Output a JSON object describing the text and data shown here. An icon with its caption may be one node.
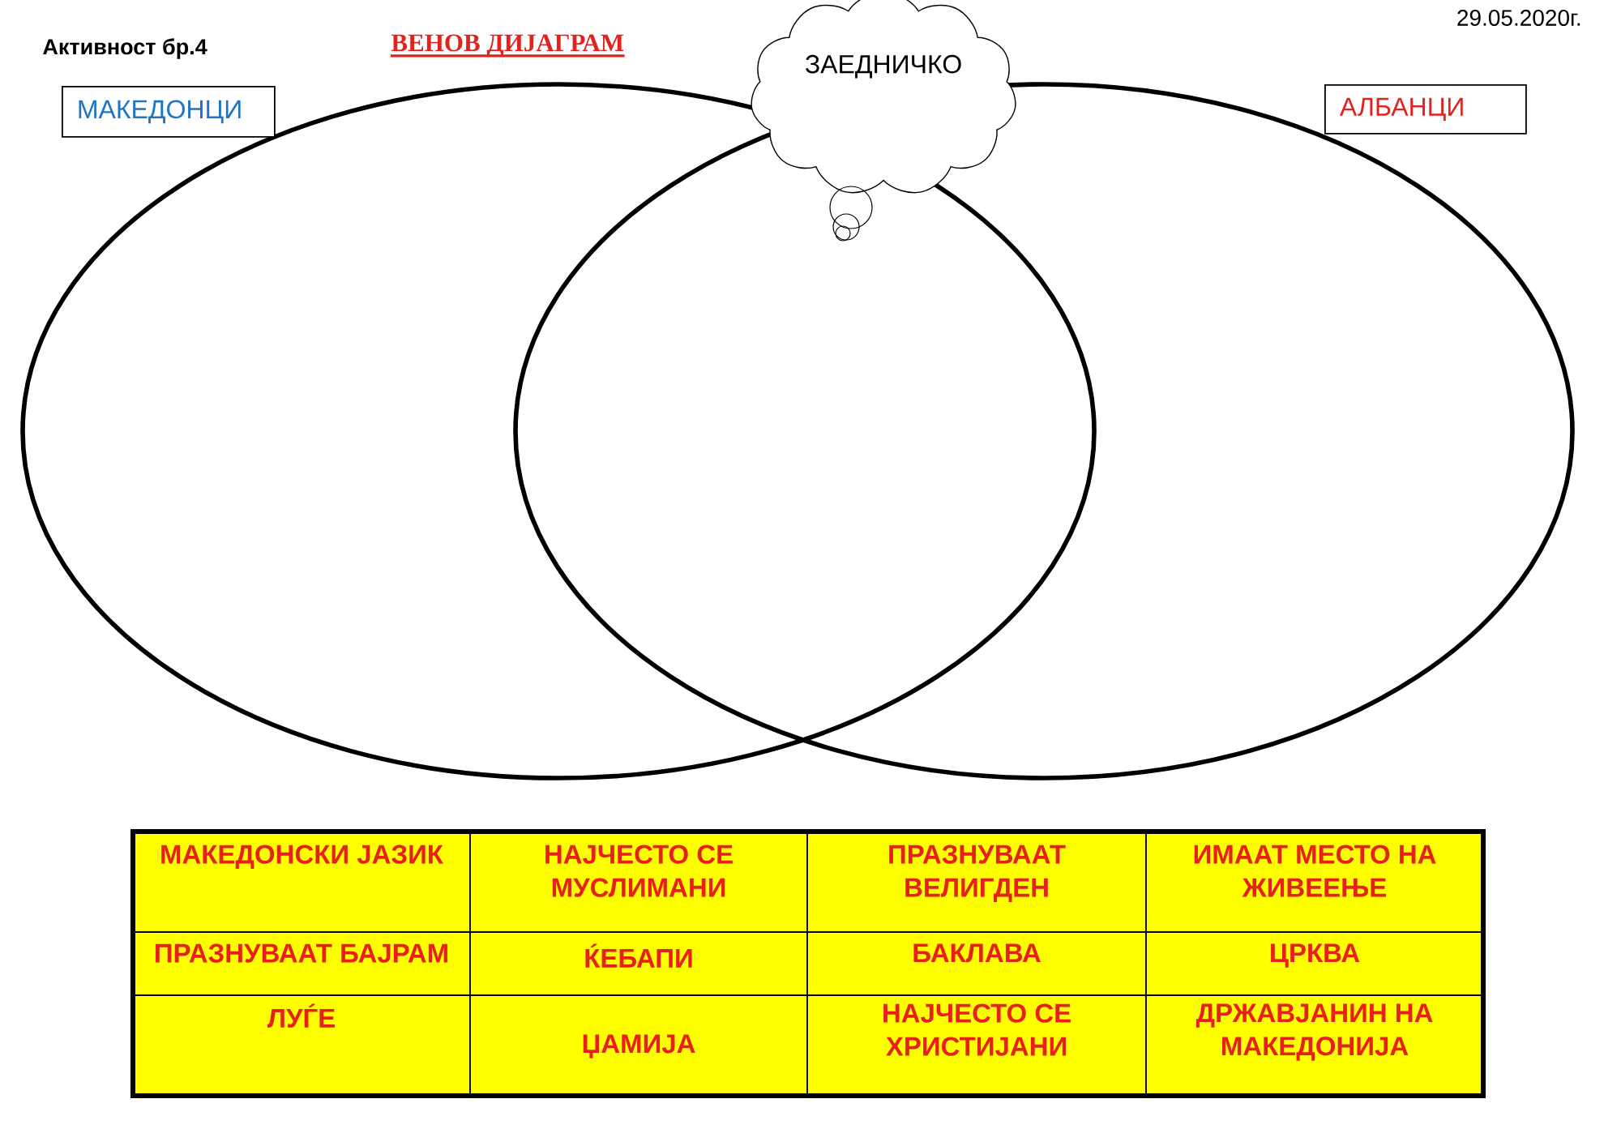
{
  "diagram": {
    "title": "ВЕНОВ ДИЈАГРАМ",
    "nodes": [
      {
        "text": [
          "МАКЕДОНЦИ"
        ]
      },
      {
        "text": [
          "ЗАЕДНИЧКО"
        ]
      },
      {
        "text": [
          "АЛБАНЦИ"
        ]
      },
      {
        "text": [],
        "shape": "ellipse"
      },
      {
        "text": [],
        "shape": "ellipse"
      }
    ],
    "labels": [
      "Активност бр.4",
      "29.05.2020г.",
      "МАКЕДОНСКИ ЈАЗИК",
      "НАЈЧЕСТО СЕ МУСЛИМАНИ",
      "ПРАЗНУВААТ ВЕЛИГДЕН",
      "ИМААТ МЕСТО НА ЖИВЕЕЊЕ",
      "ПРАЗНУВААТ БАЈРАМ",
      "ЌЕБАПИ",
      "БАКЛАВА",
      "ЦРКВА",
      "ЛУЃЕ",
      "ЏАМИЈА",
      "НАЈЧЕСТО СЕ ХРИСТИЈАНИ",
      "ДРЖАВЈАНИН НА МАКЕДОНИЈА"
    ]
  }
}
